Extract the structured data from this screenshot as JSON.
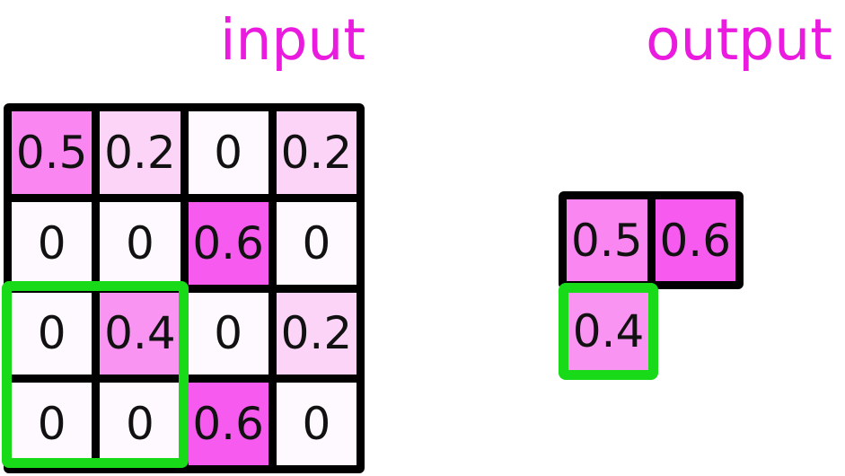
{
  "titles": {
    "input": "input",
    "output": "output"
  },
  "colors": {
    "background": "#ffffff",
    "title": "#EA1ADF",
    "grid_line": "#000000",
    "highlight_border": "#18DA18",
    "cell_text": "#111111",
    "value_colors": {
      "0": "#FEF9FE",
      "0.2": "#FBD4F7",
      "0.4": "#F994F2",
      "0.5": "#F986F1",
      "0.6": "#F65AEE"
    }
  },
  "input_grid": {
    "rows": [
      [
        "0.5",
        "0.2",
        "0",
        "0.2"
      ],
      [
        "0",
        "0",
        "0.6",
        "0"
      ],
      [
        "0",
        "0.4",
        "0",
        "0.2"
      ],
      [
        "0",
        "0",
        "0.6",
        "0"
      ]
    ],
    "highlight_window": "rows 3-4, cols 1-2"
  },
  "output_grid": {
    "row1": [
      "0.5",
      "0.6"
    ],
    "row2": [
      "0.4"
    ],
    "highlighted_cell": "0.4"
  }
}
